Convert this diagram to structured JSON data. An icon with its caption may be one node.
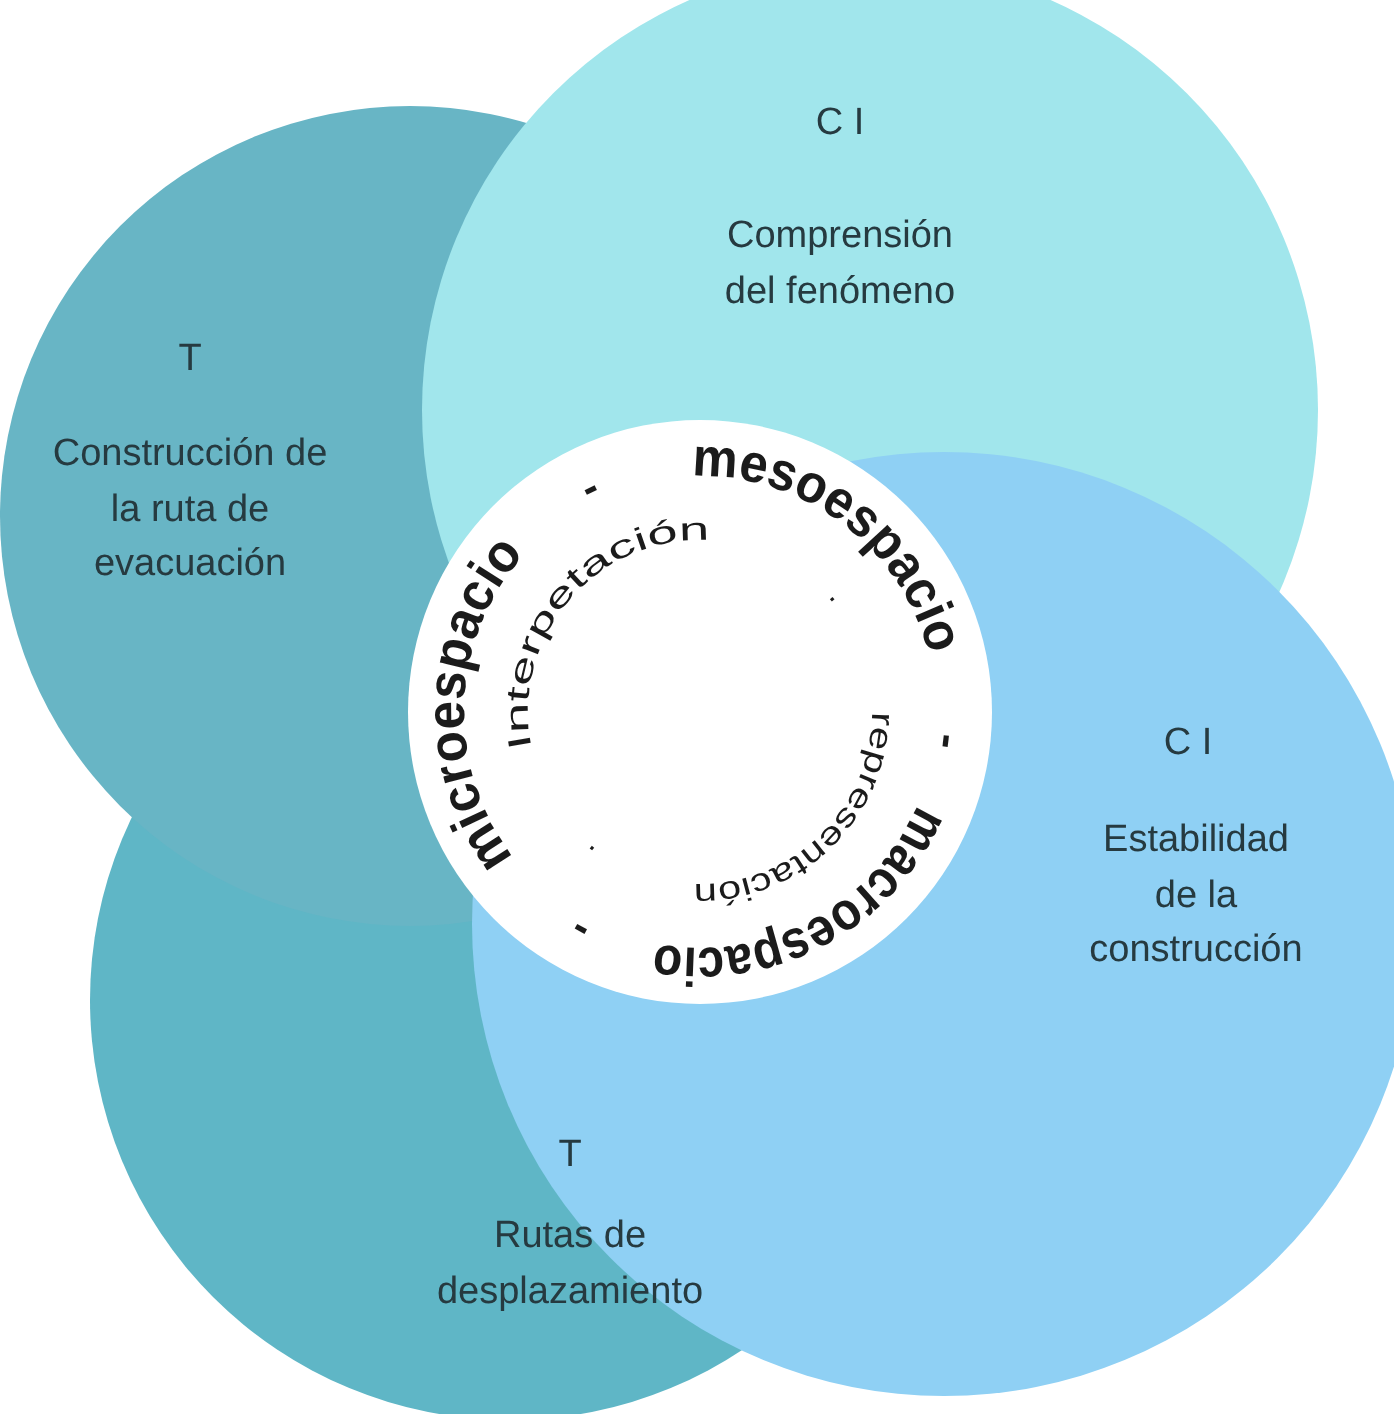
{
  "diagram": {
    "nodes": [
      {
        "text": [
          "C I",
          "Comprensión del fenómeno"
        ]
      },
      {
        "text": [
          "T",
          "Construcción de la ruta de evacuación"
        ]
      },
      {
        "text": [
          "C I",
          "Estabilidad de la construcción"
        ]
      },
      {
        "text": [
          "T",
          "Rutas de desplazamiento"
        ]
      },
      {
        "text": [
          "mesoespacio",
          "-",
          "macroespacio",
          "-",
          "microespacio",
          "-",
          "Interpetación",
          ".",
          "representación",
          "."
        ]
      }
    ],
    "edges": []
  }
}
